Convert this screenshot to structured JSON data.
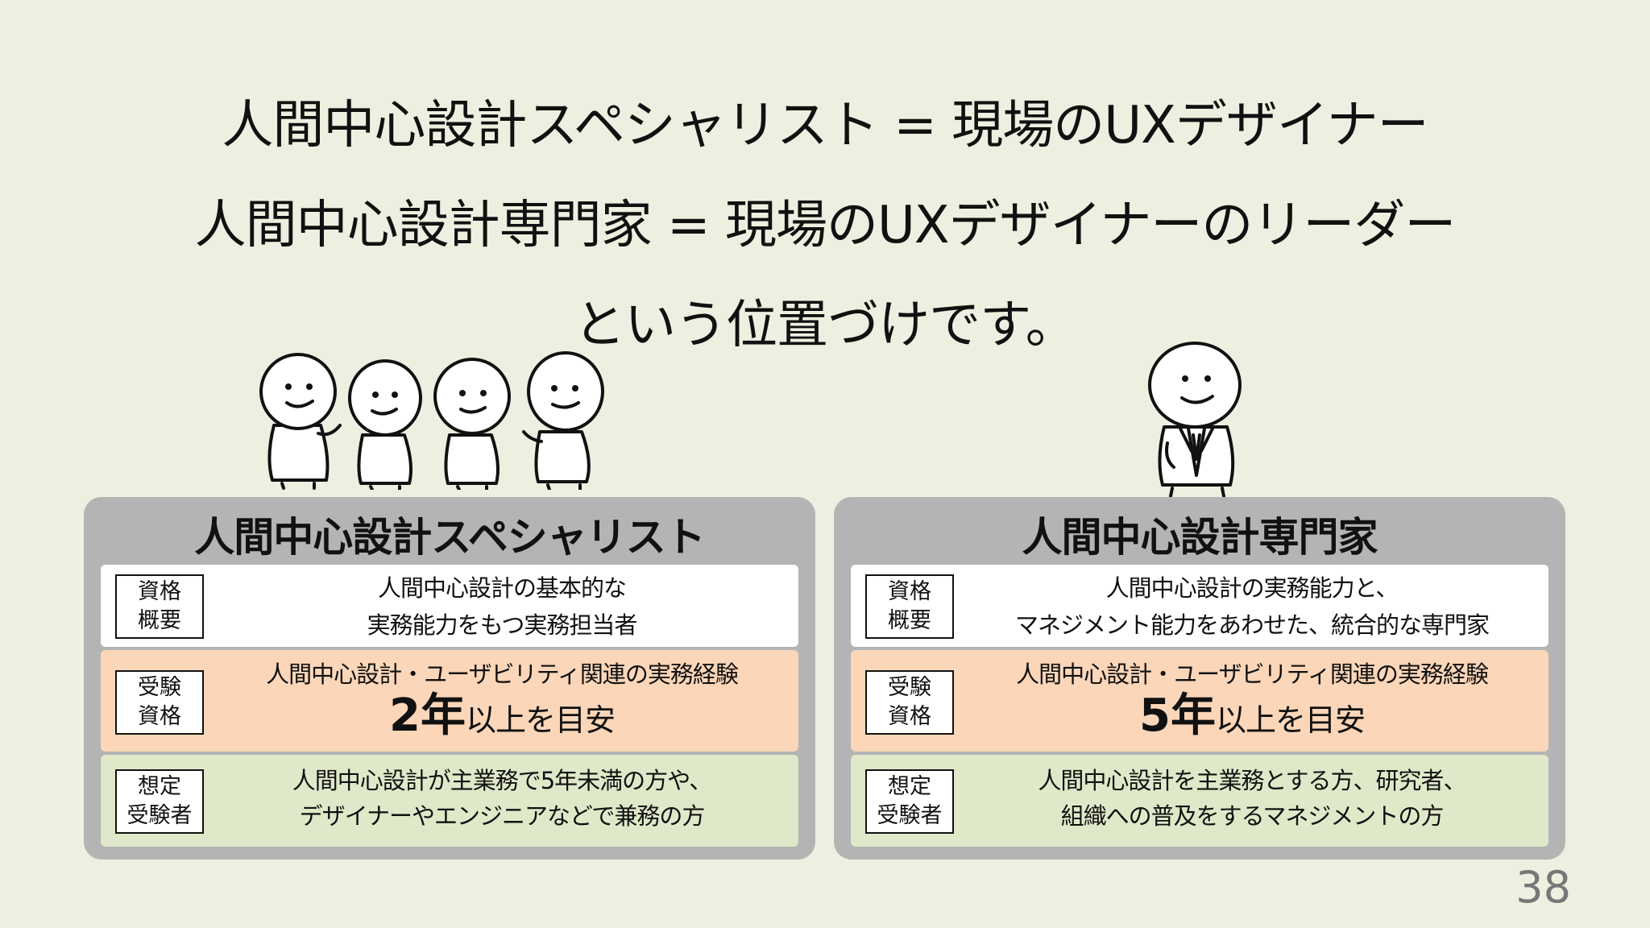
{
  "headlines": {
    "line1": "人間中心設計スペシャリスト = 現場のUXデザイナー",
    "line2": "人間中心設計専門家 = 現場のUXデザイナーのリーダー",
    "line3": "という位置づけです。"
  },
  "cards": [
    {
      "title": "人間中心設計スペシャリスト",
      "rows": [
        {
          "label": [
            "資格",
            "概要"
          ],
          "lines": [
            "人間中心設計の基本的な",
            "実務能力をもつ実務担当者"
          ]
        },
        {
          "label": [
            "受験",
            "資格"
          ],
          "line1": "人間中心設計・ユーザビリティ関連の実務経験",
          "big": "2年",
          "rest": "以上を目安"
        },
        {
          "label": [
            "想定",
            "受験者"
          ],
          "lines": [
            "人間中心設計が主業務で5年未満の方や、",
            "デザイナーやエンジニアなどで兼務の方"
          ]
        }
      ]
    },
    {
      "title": "人間中心設計専門家",
      "rows": [
        {
          "label": [
            "資格",
            "概要"
          ],
          "lines": [
            "人間中心設計の実務能力と、",
            "マネジメント能力をあわせた、統合的な専門家"
          ]
        },
        {
          "label": [
            "受験",
            "資格"
          ],
          "line1": "人間中心設計・ユーザビリティ関連の実務経験",
          "big": "5年",
          "rest": "以上を目安"
        },
        {
          "label": [
            "想定",
            "受験者"
          ],
          "lines": [
            "人間中心設計を主業務とする方、研究者、",
            "組織への普及をするマネジメントの方"
          ]
        }
      ]
    }
  ],
  "page_number": "38",
  "colors": {
    "background": "#edf0e0",
    "card": "#b4b4b4",
    "row_overview": "#ffffff",
    "row_eligibility": "#fbd6b8",
    "row_candidates": "#dfe8c8"
  }
}
